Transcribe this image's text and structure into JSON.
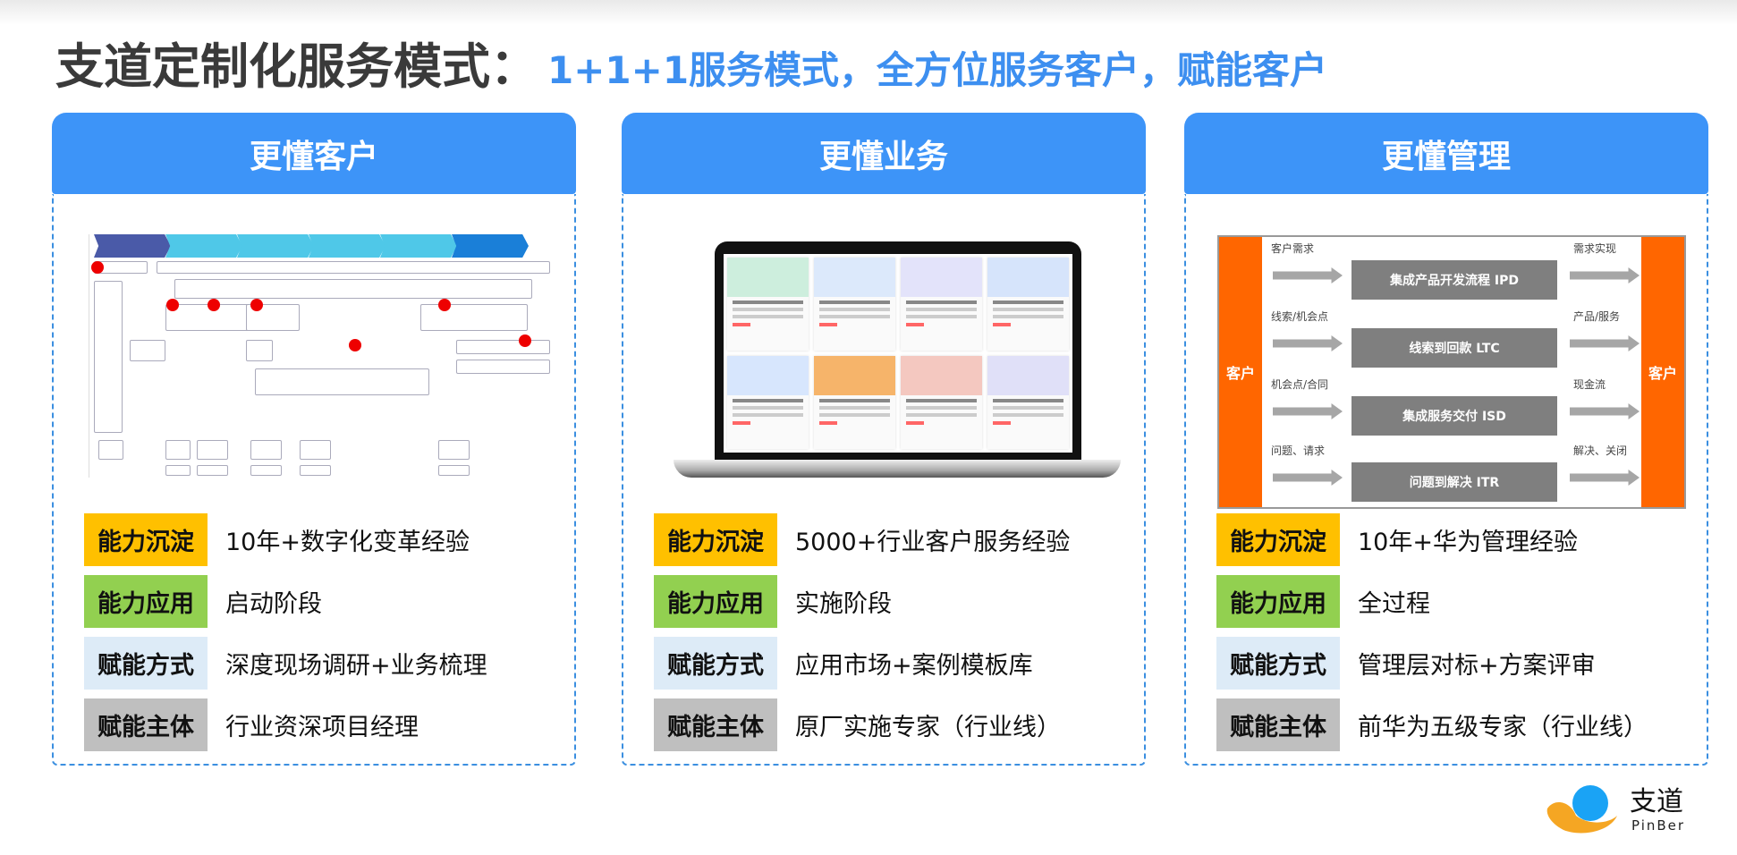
{
  "title": {
    "main": "支道定制化服务模式：",
    "sub": "1+1+1服务模式，全方位服务客户，赋能客户"
  },
  "colors": {
    "header": "#3d94f8",
    "tag_capability": "#ffc000",
    "tag_application": "#92d050",
    "tag_method": "#ddebf7",
    "tag_subject": "#bfbfbf",
    "customer": "#ff6600",
    "process": "#7f7f7f"
  },
  "panels": [
    {
      "header": "更懂客户",
      "rows": [
        {
          "tag": "能力沉淀",
          "value": "10年+数字化变革经验"
        },
        {
          "tag": "能力应用",
          "value": "启动阶段"
        },
        {
          "tag": "赋能方式",
          "value": "深度现场调研+业务梳理"
        },
        {
          "tag": "赋能主体",
          "value": "行业资深项目经理"
        }
      ]
    },
    {
      "header": "更懂业务",
      "rows": [
        {
          "tag": "能力沉淀",
          "value": "5000+行业客户服务经验"
        },
        {
          "tag": "能力应用",
          "value": "实施阶段"
        },
        {
          "tag": "赋能方式",
          "value": "应用市场+案例模板库"
        },
        {
          "tag": "赋能主体",
          "value": "原厂实施专家（行业线）"
        }
      ]
    },
    {
      "header": "更懂管理",
      "rows": [
        {
          "tag": "能力沉淀",
          "value": "10年+华为管理经验"
        },
        {
          "tag": "能力应用",
          "value": "全过程"
        },
        {
          "tag": "赋能方式",
          "value": "管理层对标+方案评审"
        },
        {
          "tag": "赋能主体",
          "value": "前华为五级专家（行业线）"
        }
      ]
    }
  ],
  "flow": {
    "customer_left": "客户",
    "customer_right": "客户",
    "lanes": [
      {
        "input": "客户需求",
        "process": "集成产品开发流程  IPD",
        "output": "需求实现"
      },
      {
        "input": "线索/机会点",
        "process": "线索到回款  LTC",
        "output": "产品/服务"
      },
      {
        "input": "机会点/合同",
        "process": "集成服务交付  ISD",
        "output": "现金流"
      },
      {
        "input": "问题、请求",
        "process": "问题到解决  ITR",
        "output": "解决、关闭"
      }
    ]
  },
  "logo": {
    "name": "支道",
    "sub": "PinBer"
  }
}
